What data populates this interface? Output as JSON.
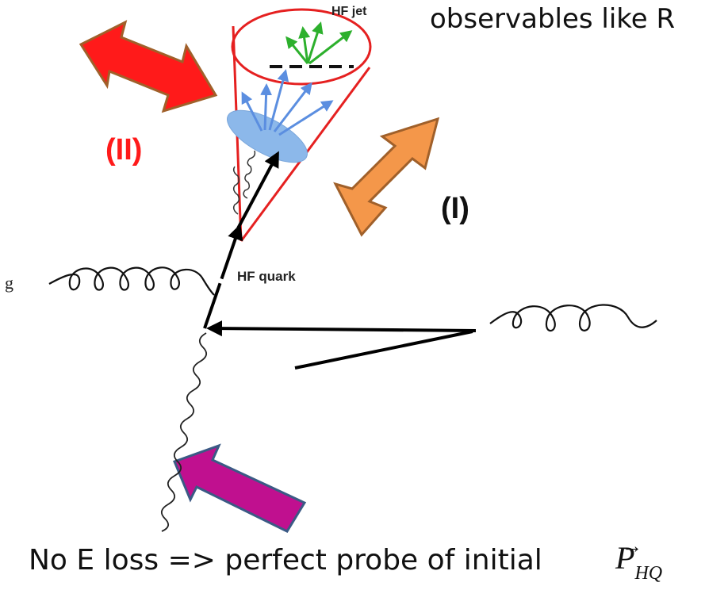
{
  "top_text": "observables like R",
  "label_ii": "(II)",
  "label_i": "(I)",
  "hf_jet": "HF jet",
  "hf_quark": "HF quark",
  "gluon_label": "g",
  "caption": "No E loss => perfect probe of initial",
  "momentum": {
    "symbol": "P",
    "subscript": "HQ",
    "vector_mark": "→"
  },
  "colors": {
    "red_arrow": "#ff1a1a",
    "orange_arrow": "#f4974a",
    "magenta_arrow": "#c0108f",
    "arrow_border": "#a0602a",
    "cone": "#e52020",
    "blob": "#8cb8ea",
    "blue_arrows": "#5b8ee0",
    "green_arrows": "#2db02d"
  }
}
